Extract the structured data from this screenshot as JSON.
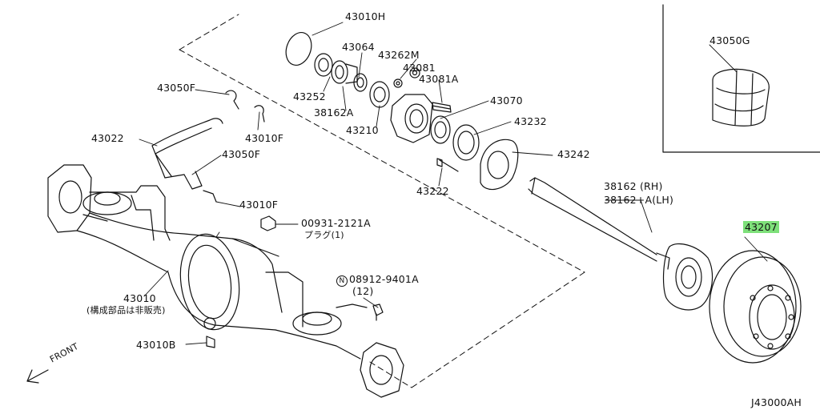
{
  "labels": {
    "l43010h": "43010H",
    "l43064": "43064",
    "l43262m": "43262M",
    "l43081": "43081",
    "l43081a": "43081A",
    "l43252": "43252",
    "l38162a": "38162A",
    "l43070": "43070",
    "l43210": "43210",
    "l43232": "43232",
    "l43242": "43242",
    "l43222": "43222",
    "l43050g": "43050G",
    "l43050f_top": "43050F",
    "l43010f_top": "43010F",
    "l43022": "43022",
    "l43050f_mid": "43050F",
    "l43010f_mid": "43010F",
    "l00931": "00931-2121A",
    "l_plug": "プラグ(1)",
    "l38162_rh": "38162  (RH)",
    "l38162_lh": "38162+A(LH)",
    "l43207": "43207",
    "l_n": "N",
    "l08912": "08912-9401A",
    "l_qty12": "(12)",
    "l43010": "43010",
    "l_notsold": "(構成部品は非販売)",
    "l43010b": "43010B",
    "l_front": "FRONT",
    "l_diagram_id": "J43000AH"
  },
  "colors": {
    "line": "#111111",
    "highlight": "#7ee07a",
    "background": "#ffffff"
  }
}
